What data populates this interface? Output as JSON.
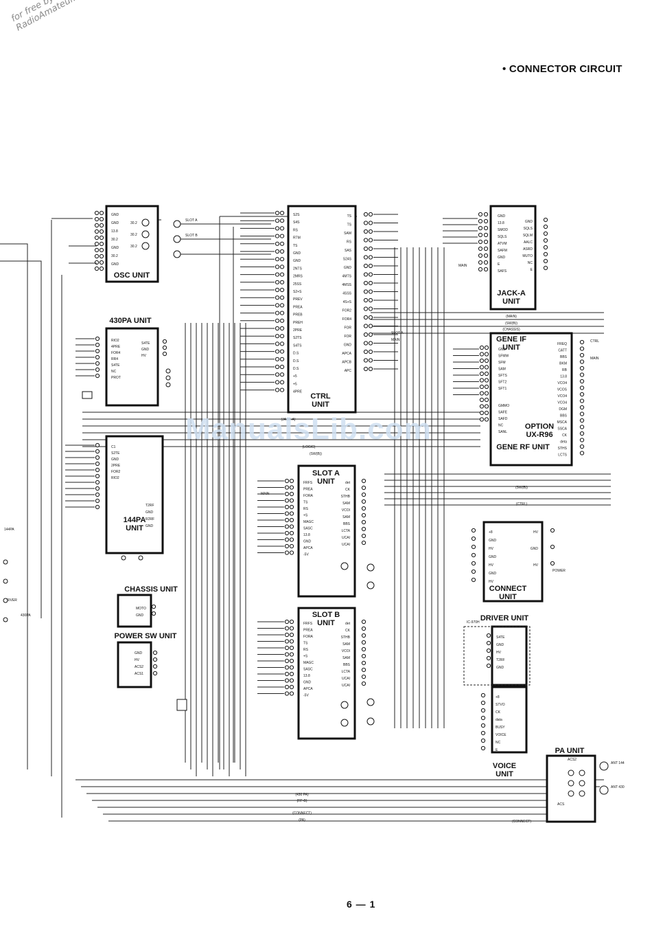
{
  "watermark": {
    "line1": "for free by",
    "line2": "RadioAmateur.eu"
  },
  "title": "• CONNECTOR CIRCUIT",
  "page_number": "6 — 1",
  "overlay_watermark": "ManualsLib.com",
  "units": {
    "osc": "OSC UNIT",
    "pa430": "430PA UNIT",
    "pa144": [
      "144PA",
      "UNIT"
    ],
    "ctrl": [
      "CTRL",
      "UNIT"
    ],
    "slot_a": [
      "SLOT A",
      "UNIT"
    ],
    "slot_b": [
      "SLOT B",
      "UNIT"
    ],
    "jack_a": [
      "JACK-A",
      "UNIT"
    ],
    "gene_if": [
      "GENE IF",
      "UNIT"
    ],
    "option": [
      "OPTION",
      "UX-R96"
    ],
    "gene_rf": "GENE RF UNIT",
    "connect": [
      "CONNECT",
      "UNIT"
    ],
    "driver": "DRIVER UNIT",
    "voice": [
      "VOICE",
      "UNIT"
    ],
    "pa": "PA UNIT",
    "chassis": "CHASSIS UNIT",
    "power_sw": "POWER SW UNIT"
  },
  "pins": {
    "osc_left": [
      "GND",
      "GND",
      "13.8",
      "30.2",
      "GND",
      "30.2",
      "GND"
    ],
    "osc_right": [
      "30.2",
      "30.2",
      "30.2"
    ],
    "pa430_left": [
      "RIO2",
      "4PRE",
      "FOR4",
      "RR4",
      "S4TE",
      "NC",
      "PROT"
    ],
    "pa430_right": [
      "S4TE",
      "GND",
      "HV"
    ],
    "pa144_left": [
      "C1",
      "S2TE",
      "GND",
      "2PRE",
      "FOR2",
      "RIO2"
    ],
    "pa144_right": [
      "T2RF",
      "GND",
      "R2RF",
      "GND"
    ],
    "ctrl_left": [
      "S2S",
      "S4S",
      "RS",
      "RTM",
      "TS",
      "GND",
      "GND",
      "2NTS",
      "2MRS",
      "25SS",
      "S2+S",
      "PREV",
      "PREA",
      "PREB",
      "PREH",
      "2PRE",
      "S2TS",
      "S4TS",
      "D.S",
      "D.S",
      "D.S",
      "+5",
      "+5",
      "4PRE"
    ],
    "ctrl_right": [
      "TS",
      "TS",
      "SAM",
      "RS",
      "SAS",
      "S24S",
      "GND",
      "4MTS",
      "4MSS",
      "4SSS",
      "4S+S",
      "FOR2",
      "FOR4",
      "FOR",
      "FOR",
      "GND",
      "APCA",
      "APCB",
      "APC"
    ],
    "slot_left": [
      "FRFS",
      "PREA",
      "FORA",
      "TS",
      "RS",
      "+S",
      "MAGC",
      "SASC",
      "13.8",
      "GND",
      "APCA",
      "-5V"
    ],
    "slot_right": [
      "det",
      "CK",
      "STHB",
      "SAM",
      "VCOI",
      "SAM",
      "BBS",
      "LCTA",
      "UCAI",
      "UCAI"
    ],
    "jack_left": [
      "GND",
      "13.8",
      "SMOD",
      "SQLS",
      "ATVM",
      "SAFM",
      "GND",
      "E",
      "SAFS"
    ],
    "jack_right": [
      "GND",
      "SQLS",
      "SQLM",
      "AALC",
      "ASRD",
      "MUTO",
      "NC",
      "E"
    ],
    "geneif_left": [
      "GND",
      "SFMW",
      "SFM",
      "SAM",
      "SFTS",
      "SFT2",
      "SFT1",
      "GMMO",
      "SAFE",
      "SAFD",
      "NC",
      "SANL"
    ],
    "geneif_right": [
      "FREQ",
      "CATT",
      "BBS",
      "BKM",
      "RB",
      "13.8",
      "VCO4",
      "VCOS",
      "VCO4",
      "VCO4",
      "DGM",
      "BBS",
      "MSCA",
      "SSCA",
      "CK",
      "deta",
      "STHS",
      "LCTS"
    ],
    "connect_left": [
      "+8",
      "GND",
      "HV",
      "GND",
      "HV",
      "GND",
      "HV"
    ],
    "connect_right": [
      "HV",
      "GND",
      "HV"
    ],
    "driver": [
      "S4TE",
      "GND",
      "HV",
      "T2RF",
      "GND"
    ],
    "voice": [
      "+8",
      "STVO",
      "CK",
      "data",
      "BUSY",
      "VOICE",
      "NC",
      "E"
    ],
    "chassis": [
      "MOTO",
      "GND"
    ],
    "power_sw": [
      "GND",
      "HV",
      "ACS2",
      "ACS1"
    ]
  },
  "labels": {
    "slot_a": "SLOT A",
    "slot_b": "SLOT B",
    "main": "MAIN",
    "rf_b": "(RF-B)",
    "connect_bus": "(CONNECT)",
    "pa_bus": "(PA)",
    "pa430_bus": "(430 PA)",
    "logic": "(LOGIC)",
    "sw_bus": "(SW(B))",
    "ctrl_bus": "(CTRL)",
    "jack_a_bus": "(JACK-A)",
    "chassis_bus": "(CHASSIS)",
    "ant144": "ANT 144",
    "ant430": "ANT 430",
    "driver_lbl": "DRIVER",
    "pa430_lbl": "430PA",
    "ic_label": "IC-970H",
    "power": "POWER",
    "acs2": "ACS2",
    "acs1": "ACS"
  }
}
